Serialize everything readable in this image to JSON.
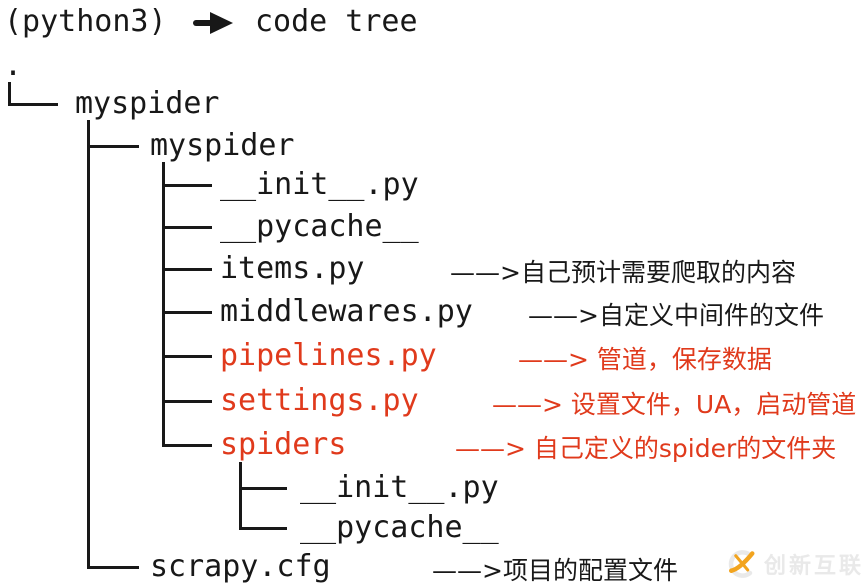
{
  "colors": {
    "accent_red": "#e03a1c",
    "text_black": "#181818",
    "logo_orange": "#f2a41f",
    "logo_gray": "#e9e9e9"
  },
  "terminal": {
    "prompt": "(python3)",
    "prompt_arrow_icon": "right-arrow",
    "command": "code tree",
    "root_dot": "."
  },
  "tree": {
    "nodes": [
      {
        "label": "myspider",
        "color": "black"
      },
      {
        "label": "myspider",
        "color": "black"
      },
      {
        "label": "__init__.py",
        "color": "black"
      },
      {
        "label": "__pycache__",
        "color": "black"
      },
      {
        "label": "items.py",
        "color": "black",
        "note": "——>自己预计需要爬取的内容",
        "note_color": "black"
      },
      {
        "label": "middlewares.py",
        "color": "black",
        "note": "——>自定义中间件的文件",
        "note_color": "black"
      },
      {
        "label": "pipelines.py",
        "color": "red",
        "note": "——> 管道，保存数据",
        "note_color": "red"
      },
      {
        "label": "settings.py",
        "color": "red",
        "note": "——> 设置文件，UA，启动管道",
        "note_color": "red"
      },
      {
        "label": "spiders",
        "color": "red",
        "note": "——> 自己定义的spider的文件夹",
        "note_color": "red"
      },
      {
        "label": "__init__.py",
        "color": "black"
      },
      {
        "label": "__pycache__",
        "color": "black"
      },
      {
        "label": "scrapy.cfg",
        "color": "black",
        "note": "——>项目的配置文件",
        "note_color": "black"
      }
    ]
  },
  "watermark": {
    "brand": "创新互联",
    "logo_icon": "cx-circle-swoosh"
  }
}
